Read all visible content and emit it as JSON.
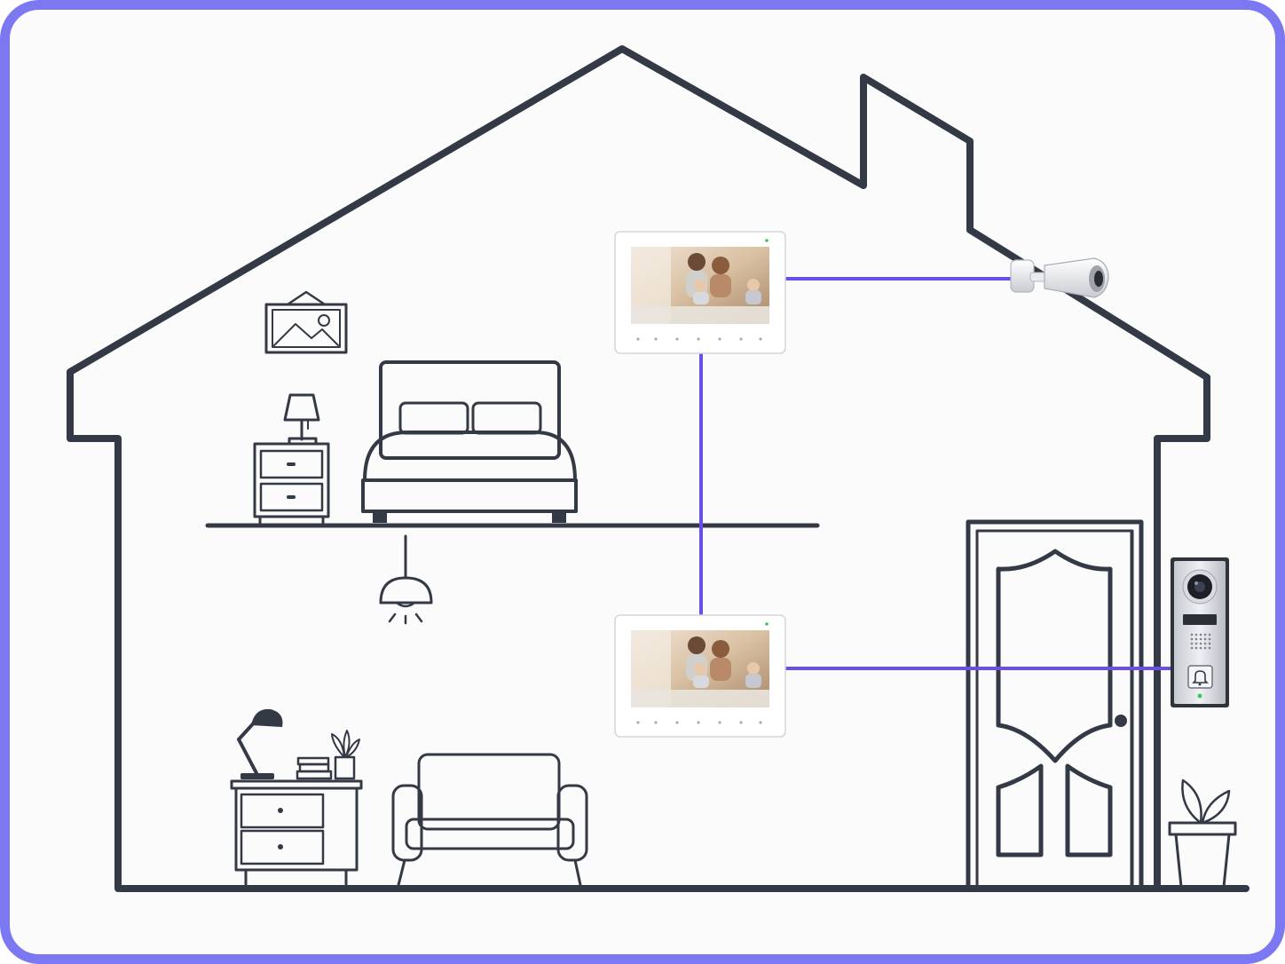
{
  "diagram": {
    "frame_color": "#7b78f2",
    "line_color": "#343a45",
    "wire_color": "#6a4ee6",
    "devices": [
      {
        "type": "indoor-monitor",
        "floor": "upper"
      },
      {
        "type": "indoor-monitor",
        "floor": "lower"
      },
      {
        "type": "bullet-camera",
        "location": "exterior-wall"
      },
      {
        "type": "video-doorbell",
        "location": "front-door"
      }
    ],
    "icons": [
      "house-outline-icon",
      "picture-frame-icon",
      "bed-icon",
      "table-lamp-icon",
      "nightstand-icon",
      "pendant-light-icon",
      "desk-lamp-icon",
      "books-icon",
      "potted-plant-icon",
      "cabinet-icon",
      "armchair-icon",
      "door-icon",
      "bullet-camera-icon",
      "doorbell-icon"
    ]
  }
}
